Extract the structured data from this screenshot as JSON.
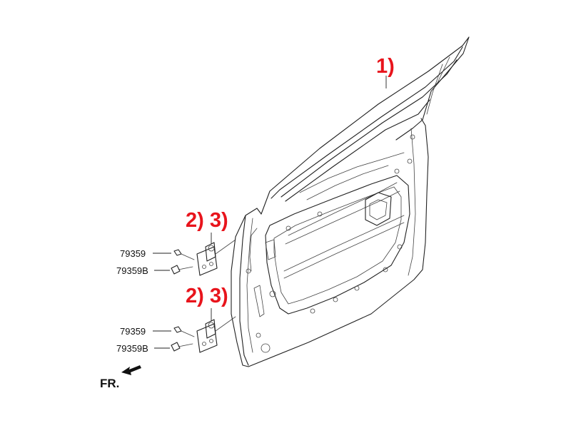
{
  "callouts": {
    "door_panel": "1)",
    "upper_hinge": "2) 3)",
    "lower_hinge": "2) 3)"
  },
  "part_numbers": {
    "upper_bolt": "79359",
    "upper_bolt_b": "79359B",
    "lower_bolt": "79359",
    "lower_bolt_b": "79359B"
  },
  "direction": {
    "label": "FR."
  },
  "colors": {
    "callout": "#e8141c",
    "line": "#222222"
  }
}
